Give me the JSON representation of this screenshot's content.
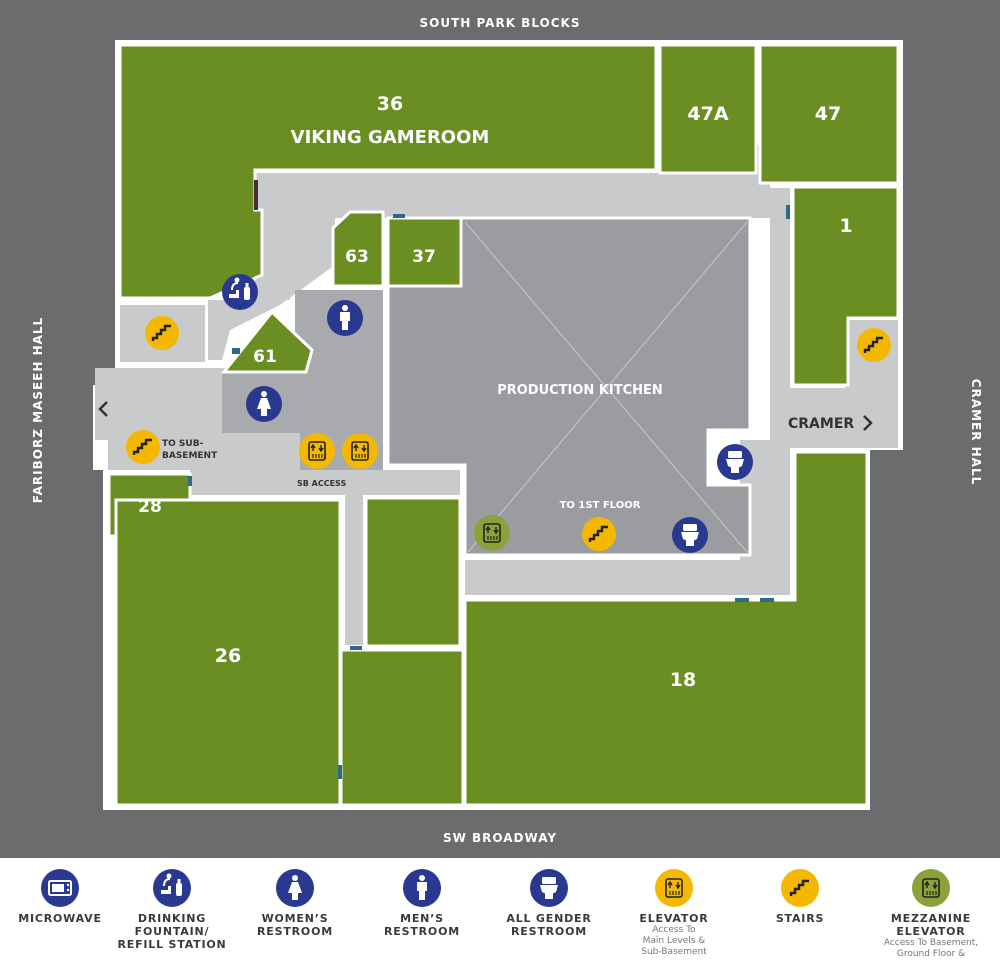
{
  "colors": {
    "street": "#6b6c6e",
    "room": "#6b8e23",
    "corridor": "#c9cacc",
    "kitchen": "#9b9c9f",
    "navy": "#2a3990",
    "gold": "#f5b800",
    "olive": "#8aa239",
    "door": "#2a6b8c"
  },
  "streets": {
    "top": "SOUTH PARK BLOCKS",
    "bottom": "SW BROADWAY",
    "left": "FARIBORZ MASEEH HALL",
    "right": "CRAMER HALL"
  },
  "rooms": {
    "r36": {
      "num": "36",
      "name": "VIKING GAMEROOM"
    },
    "r47a": "47A",
    "r47": "47",
    "r1": "1",
    "r63": "63",
    "r37": "37",
    "r61": "61",
    "r28": "28",
    "r26": "26",
    "r18": "18"
  },
  "labels": {
    "kitchen": "PRODUCTION KITCHEN",
    "cramer": "CRAMER",
    "sub_basement_1": "TO SUB-",
    "sub_basement_2": "BASEMENT",
    "sb_access": "SB ACCESS",
    "first_floor": "TO 1ST FLOOR"
  },
  "legend": [
    {
      "icon": "microwave-icon",
      "label": "MICROWAVE",
      "sub": ""
    },
    {
      "icon": "drinking-fountain-icon",
      "label": "DRINKING\nFOUNTAIN/\nREFILL STATION",
      "sub": ""
    },
    {
      "icon": "womens-restroom-icon",
      "label": "WOMEN’S\nRESTROOM",
      "sub": ""
    },
    {
      "icon": "mens-restroom-icon",
      "label": "MEN’S\nRESTROOM",
      "sub": ""
    },
    {
      "icon": "all-gender-restroom-icon",
      "label": "ALL GENDER\nRESTROOM",
      "sub": ""
    },
    {
      "icon": "elevator-icon",
      "label": "ELEVATOR",
      "sub": "Access To\nMain Levels &\nSub-Basement"
    },
    {
      "icon": "stairs-icon",
      "label": "STAIRS",
      "sub": ""
    },
    {
      "icon": "mezzanine-elevator-icon",
      "label": "MEZZANINE\nELEVATOR",
      "sub": "Access To Basement,\nGround Floor &"
    }
  ]
}
